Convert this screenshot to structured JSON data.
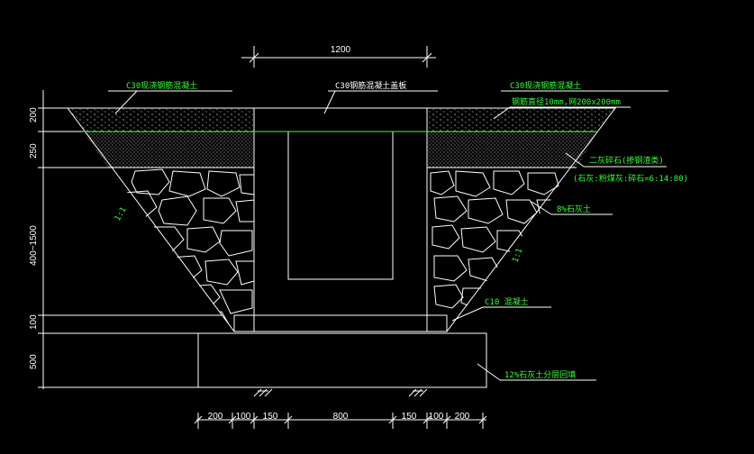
{
  "colors": {
    "background": "#000000",
    "line": "#ffffff",
    "accent": "#33ff33"
  },
  "labels": {
    "top_width": "1200",
    "c30_left": "C30现浇钢筋混凝土",
    "c30_cover": "C30钢筋混凝土盖板",
    "c30_right": "C30现浇钢筋混凝土",
    "rebar_note": "钢筋直径10mm,网200x200mm",
    "stone_layer": "二灰碎石(掺钢渣类)",
    "stone_ratio": "(石灰:粉煤灰:碎石=6:14:80)",
    "lime_soil_8": "8%石灰土",
    "c10_concrete": "C10 混凝土",
    "lime_soil_12": "12%石灰土分层回填",
    "slope_left": "1:1",
    "slope_right": "1:1"
  },
  "dims_vertical": [
    "200",
    "250",
    "400~1500",
    "100",
    "500"
  ],
  "dims_bottom": [
    "200",
    "100",
    "150",
    "800",
    "150",
    "100",
    "200"
  ]
}
